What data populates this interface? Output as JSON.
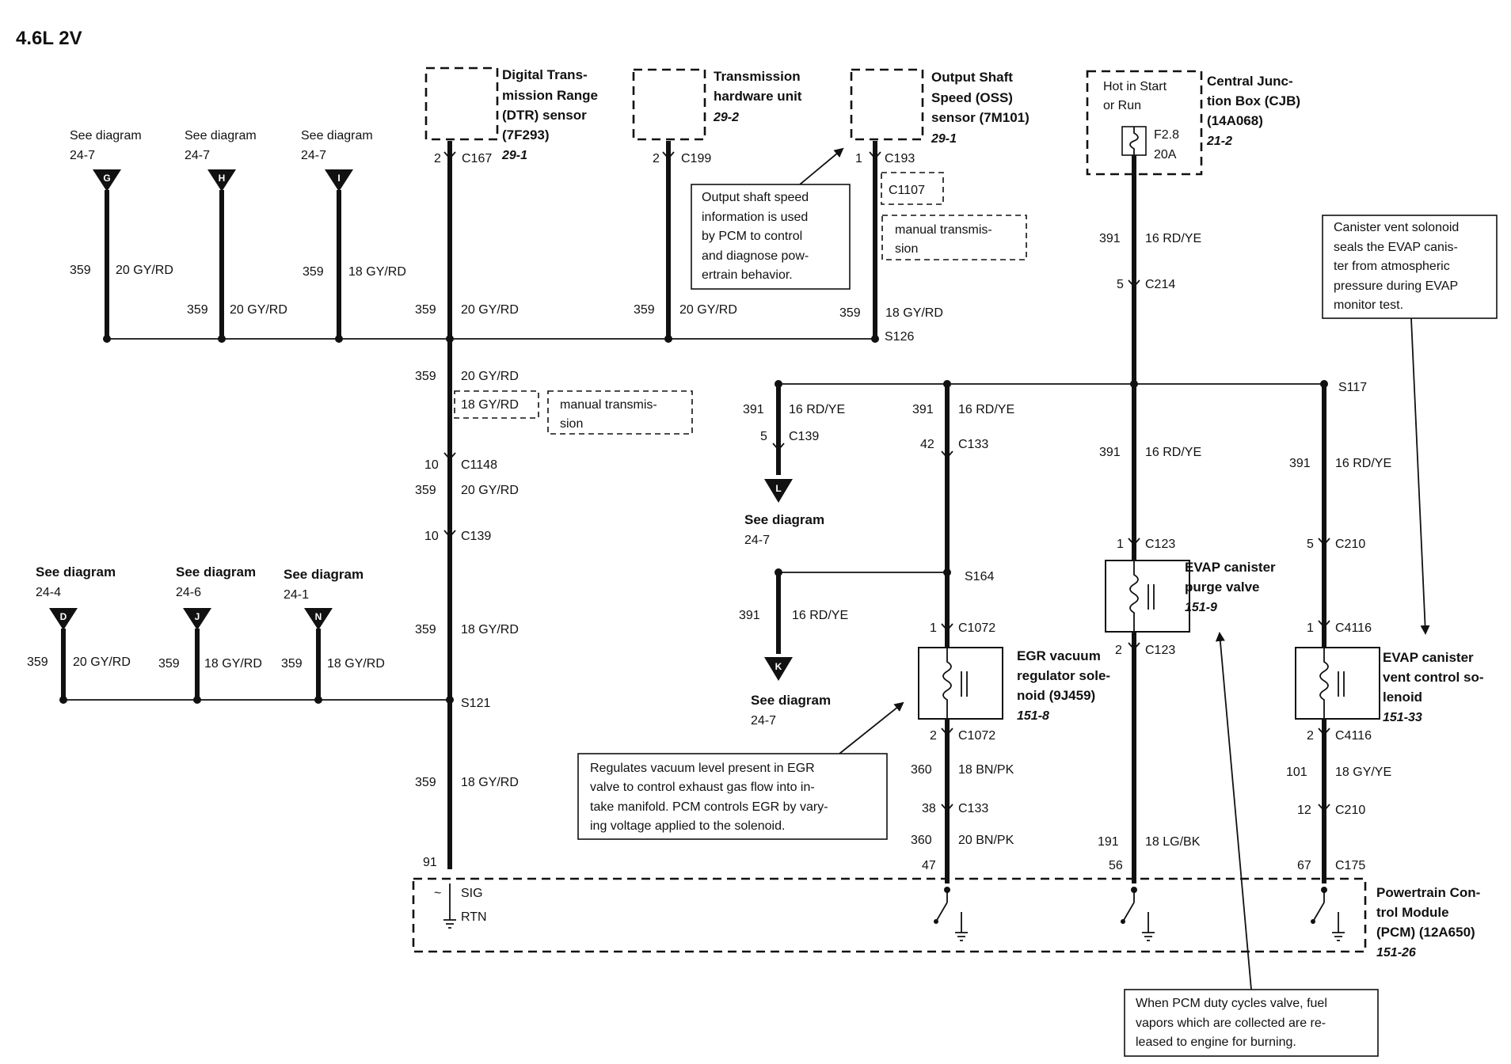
{
  "title": "4.6L 2V",
  "components": {
    "dtr": {
      "name_lines": [
        "Digital Trans-",
        "mission Range",
        "(DTR) sensor",
        "(7F293)"
      ],
      "ref": "29-1",
      "pin": "2",
      "connector": "C167"
    },
    "thu": {
      "name_lines": [
        "Transmission",
        "hardware unit"
      ],
      "ref": "29-2",
      "pin": "2",
      "connector": "C199"
    },
    "oss": {
      "name_lines": [
        "Output Shaft",
        "Speed (OSS)",
        "sensor (7M101)"
      ],
      "ref": "29-1",
      "pin": "1",
      "connector": "C193",
      "alt_connector": "C1107",
      "alt_note": [
        "manual transmis-",
        "sion"
      ]
    },
    "cjb": {
      "name_lines": [
        "Central Junc-",
        "tion Box (CJB)",
        "(14A068)"
      ],
      "ref": "21-2",
      "hot_lines": [
        "Hot in Start",
        "or Run"
      ],
      "fuse_id": "F2.8",
      "fuse_rating": "20A"
    },
    "egr": {
      "name_lines": [
        "EGR vacuum",
        "regulator sole-",
        "noid (9J459)"
      ],
      "ref": "151-8"
    },
    "purge": {
      "name_lines": [
        "EVAP canister",
        "purge valve"
      ],
      "ref": "151-9"
    },
    "vent": {
      "name_lines": [
        "EVAP canister",
        "vent control so-",
        "lenoid"
      ],
      "ref": "151-33"
    },
    "pcm": {
      "name_lines": [
        "Powertrain Con-",
        "trol Module",
        "(PCM) (12A650)"
      ],
      "ref": "151-26",
      "sig": "SIG",
      "rtn": "RTN",
      "sig_mark": "~"
    }
  },
  "see_diagram_label": "See diagram",
  "offpage_top": [
    {
      "letter": "G",
      "ref": "24-7",
      "circuit": "359",
      "wire": "20 GY/RD"
    },
    {
      "letter": "H",
      "ref": "24-7",
      "circuit": "359",
      "wire": "20 GY/RD"
    },
    {
      "letter": "I",
      "ref": "24-7",
      "circuit": "359",
      "wire": "18 GY/RD"
    }
  ],
  "offpage_bottom": [
    {
      "letter": "D",
      "ref": "24-4",
      "circuit": "359",
      "wire": "20 GY/RD"
    },
    {
      "letter": "J",
      "ref": "24-6",
      "circuit": "359",
      "wire": "18 GY/RD"
    },
    {
      "letter": "N",
      "ref": "24-1",
      "circuit": "359",
      "wire": "18 GY/RD"
    }
  ],
  "offpage_right": [
    {
      "letter": "L",
      "ref": "24-7"
    },
    {
      "letter": "K",
      "ref": "24-7"
    }
  ],
  "labels": {
    "dtr_circuit": "359",
    "dtr_wire": "20 GY/RD",
    "thu_circuit": "359",
    "thu_wire": "20 GY/RD",
    "oss_circuit": "359",
    "oss_wire": "18 GY/RD",
    "s126": "S126",
    "main_circuit_a": "359",
    "main_wire_a": "20 GY/RD",
    "manual_alt_wire": "18 GY/RD",
    "manual_note": [
      "manual transmis-",
      "sion"
    ],
    "c1148_pin": "10",
    "c1148": "C1148",
    "main_circuit_b": "359",
    "main_wire_b": "20 GY/RD",
    "c139_pin": "10",
    "c139": "C139",
    "main_circuit_c": "359",
    "main_wire_c": "18 GY/RD",
    "s121": "S121",
    "main_circuit_d": "359",
    "main_wire_d": "18 GY/RD",
    "pcm_pin_91": "91",
    "cjb_circuit": "391",
    "cjb_wire": "16 RD/YE",
    "c214_pin": "5",
    "c214": "C214",
    "s117": "S117",
    "l_circuit": "391",
    "l_wire": "16 RD/YE",
    "l_pin": "5",
    "l_connector": "C139",
    "k_circuit": "391",
    "k_wire": "16 RD/YE",
    "egr_circuit": "391",
    "egr_wire": "16 RD/YE",
    "egr_c133_pin": "42",
    "egr_c133": "C133",
    "s164": "S164",
    "egr_c1072_pin1": "1",
    "egr_c1072_a": "C1072",
    "egr_c1072_pin2": "2",
    "egr_c1072_b": "C1072",
    "egr_out_circuit": "360",
    "egr_out_wire": "18 BN/PK",
    "egr_c133b_pin": "38",
    "egr_c133b": "C133",
    "egr_pcm_circuit": "360",
    "egr_pcm_wire": "20 BN/PK",
    "egr_pcm_pin": "47",
    "purge_circuit": "391",
    "purge_wire": "16 RD/YE",
    "purge_c123_pin1": "1",
    "purge_c123_a": "C123",
    "purge_c123_pin2": "2",
    "purge_c123_b": "C123",
    "purge_out_circuit": "191",
    "purge_out_wire": "18 LG/BK",
    "purge_pcm_pin": "56",
    "vent_circuit": "391",
    "vent_wire": "16 RD/YE",
    "vent_c210_pin": "5",
    "vent_c210": "C210",
    "vent_c4116_pin1": "1",
    "vent_c4116_a": "C4116",
    "vent_c4116_pin2": "2",
    "vent_c4116_b": "C4116",
    "vent_out_circuit": "101",
    "vent_out_wire": "18 GY/YE",
    "vent_c210b_pin": "12",
    "vent_c210b": "C210",
    "vent_pcm_pin": "67",
    "vent_pcm_connector": "C175"
  },
  "notes": {
    "oss": [
      "Output shaft speed",
      "information is used",
      "by PCM to control",
      "and diagnose pow-",
      "ertrain behavior."
    ],
    "vent": [
      "Canister vent solonoid",
      "seals the EVAP canis-",
      "ter from atmospheric",
      "pressure during EVAP",
      "monitor test."
    ],
    "egr": [
      "Regulates vacuum level present in EGR",
      "valve to control exhaust gas flow into in-",
      "take manifold. PCM controls EGR by vary-",
      "ing voltage applied to the solenoid."
    ],
    "purge": [
      "When PCM duty cycles valve, fuel",
      "vapors which are collected are re-",
      "leased to engine for burning."
    ]
  }
}
